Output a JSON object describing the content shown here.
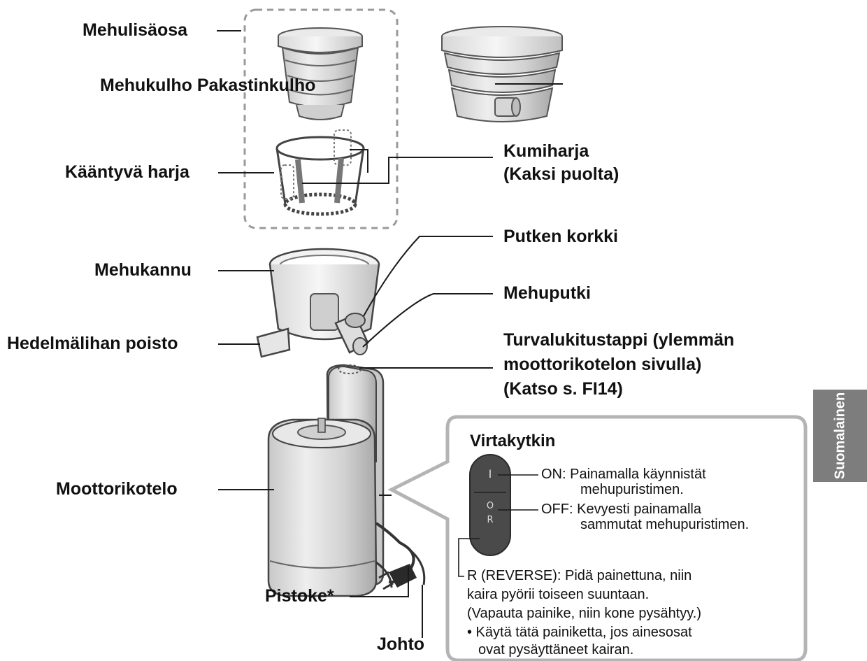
{
  "labels": {
    "juice_insert": "Mehulisäosa",
    "juice_bowls": "Mehukulho Pakastinkulho",
    "rotating_brush": "Kääntyvä harja",
    "rubber_brush_line1": "Kumiharja",
    "rubber_brush_line2": "(Kaksi puolta)",
    "spout_cap": "Putken korkki",
    "juice_pitcher": "Mehukannu",
    "juice_spout": "Mehuputki",
    "pulp_outlet": "Hedelmälihan poisto",
    "safety_pin_line1": "Turvalukitustappi (ylemmän",
    "safety_pin_line2": "moottorikotelon sivulla)",
    "safety_pin_line3": "(Katso s. FI14)",
    "motor_housing": "Moottorikotelo",
    "plug": "Pistoke*",
    "cord": "Johto"
  },
  "power_switch": {
    "title": "Virtakytkin",
    "switch_on_symbol": "I",
    "switch_off_symbol": "O",
    "switch_reverse_symbol": "R",
    "on_line1": "ON:  Painamalla käynnistät",
    "on_line2": "mehupuristimen.",
    "off_line1": "OFF: Kevyesti painamalla",
    "off_line2": "sammutat mehupuristimen.",
    "reverse_line1": "R (REVERSE): Pidä painettuna, niin",
    "reverse_line2": "kaira pyörii toiseen suuntaan.",
    "reverse_line3": "(Vapauta painike, niin kone pysähtyy.)",
    "note_line1": "• Käytä tätä painiketta, jos ainesosat",
    "note_line2": "ovat pysäyttäneet kairan."
  },
  "side_tab": {
    "text": "Suomalainen"
  },
  "colors": {
    "side_tab_bg": "#7d7d7d",
    "line": "#1a1a1a",
    "part_fill": "#dcdcdc",
    "dash_box": "#9a9a9a"
  }
}
